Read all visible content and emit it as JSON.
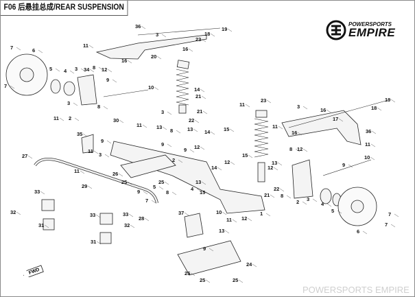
{
  "title": "F06 后悬挂总成/REAR SUSPENSION",
  "logo": {
    "line1": "POWERSPORTS",
    "line2": "EMPIRE",
    "icon": "empire-shield-logo"
  },
  "watermark": "POWERSPORTS EMPIRE",
  "direction_badge": "FWD",
  "callouts": [
    "36",
    "3",
    "18",
    "19",
    "11",
    "16",
    "20",
    "23",
    "16",
    "6",
    "7",
    "7",
    "5",
    "4",
    "3",
    "34",
    "8",
    "12",
    "9",
    "10",
    "3",
    "11",
    "2",
    "8",
    "11",
    "23",
    "14",
    "21",
    "21",
    "3",
    "22",
    "13",
    "30",
    "11",
    "13",
    "8",
    "14",
    "15",
    "35",
    "9",
    "9",
    "12",
    "3",
    "11",
    "26",
    "25",
    "25",
    "9",
    "2",
    "14",
    "15",
    "12",
    "13",
    "4",
    "15",
    "8",
    "9",
    "27",
    "11",
    "29",
    "33",
    "7",
    "5",
    "3",
    "16",
    "18",
    "19",
    "11",
    "16",
    "17",
    "11",
    "36",
    "8",
    "12",
    "13",
    "12",
    "10",
    "9",
    "22",
    "21",
    "8",
    "2",
    "3",
    "4",
    "5",
    "6",
    "7",
    "7",
    "1",
    "12",
    "10",
    "11",
    "13",
    "37",
    "28",
    "32",
    "31",
    "33",
    "33",
    "32",
    "31",
    "24",
    "25",
    "25",
    "9",
    "25"
  ]
}
